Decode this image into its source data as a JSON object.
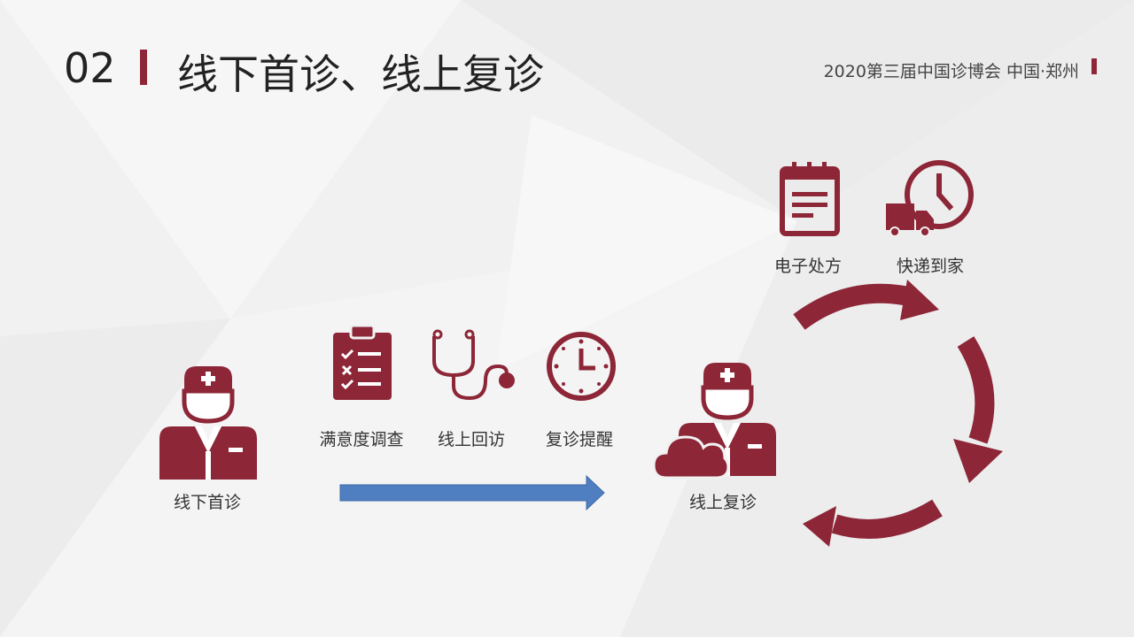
{
  "header": {
    "section_number": "02",
    "title": "线下首诊、线上复诊",
    "event": "2020第三届中国诊博会 中国·郑州"
  },
  "flow": {
    "offline_first_visit": "线下首诊",
    "online_follow_up": "线上复诊",
    "middle_steps": [
      "满意度调查",
      "线上回访",
      "复诊提醒"
    ],
    "cycle_steps": [
      "电子处方",
      "快递到家"
    ]
  },
  "colors": {
    "accent": "#8d2637",
    "arrow_blue": "#4f7fc0",
    "background": "#f1f1f2"
  },
  "icons": [
    "doctor-icon",
    "clipboard-icon",
    "stethoscope-icon",
    "clock-icon",
    "cloud-icon",
    "calendar-icon",
    "delivery-truck-clock-icon"
  ]
}
